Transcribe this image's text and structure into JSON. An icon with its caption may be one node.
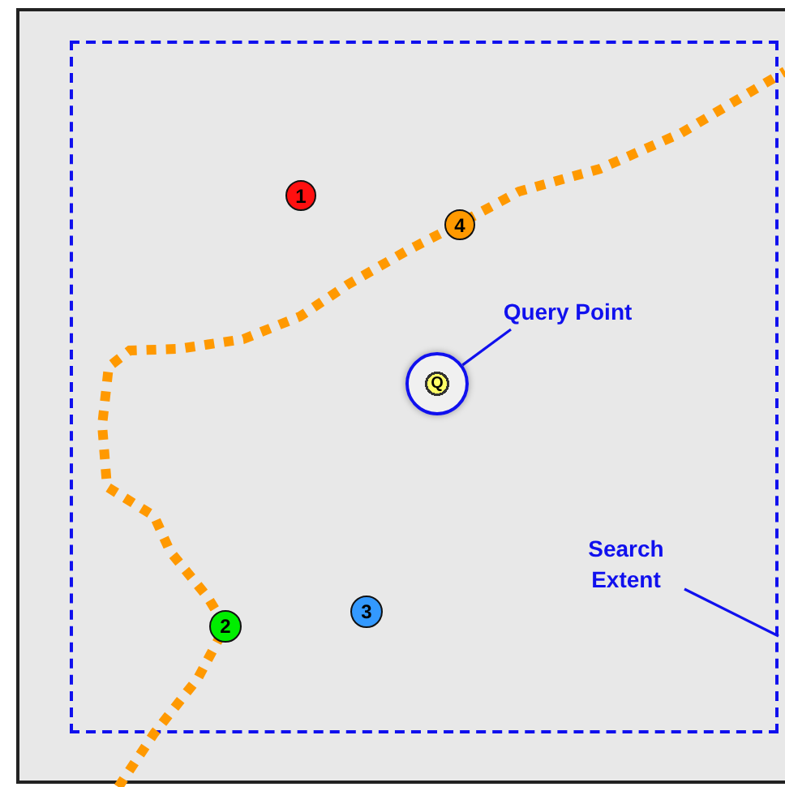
{
  "diagram": {
    "nodes": [
      {
        "text": [],
        "shape": "box"
      },
      {
        "text": [
          "1"
        ],
        "in": 0
      },
      {
        "text": [
          "4"
        ],
        "in": 0
      },
      {
        "text": [
          "Query Point"
        ],
        "in": 0
      },
      {
        "text": [
          "Q"
        ],
        "in": 0
      },
      {
        "text": [
          "Search Extent"
        ],
        "in": 0
      },
      {
        "text": [
          "2"
        ],
        "in": 0
      },
      {
        "text": [
          "3"
        ],
        "in": 0
      }
    ],
    "edges": [
      {
        "from": 3,
        "to": 4,
        "arrow": "none"
      },
      {
        "from": 5,
        "to": 0,
        "arrow": "none"
      }
    ]
  }
}
